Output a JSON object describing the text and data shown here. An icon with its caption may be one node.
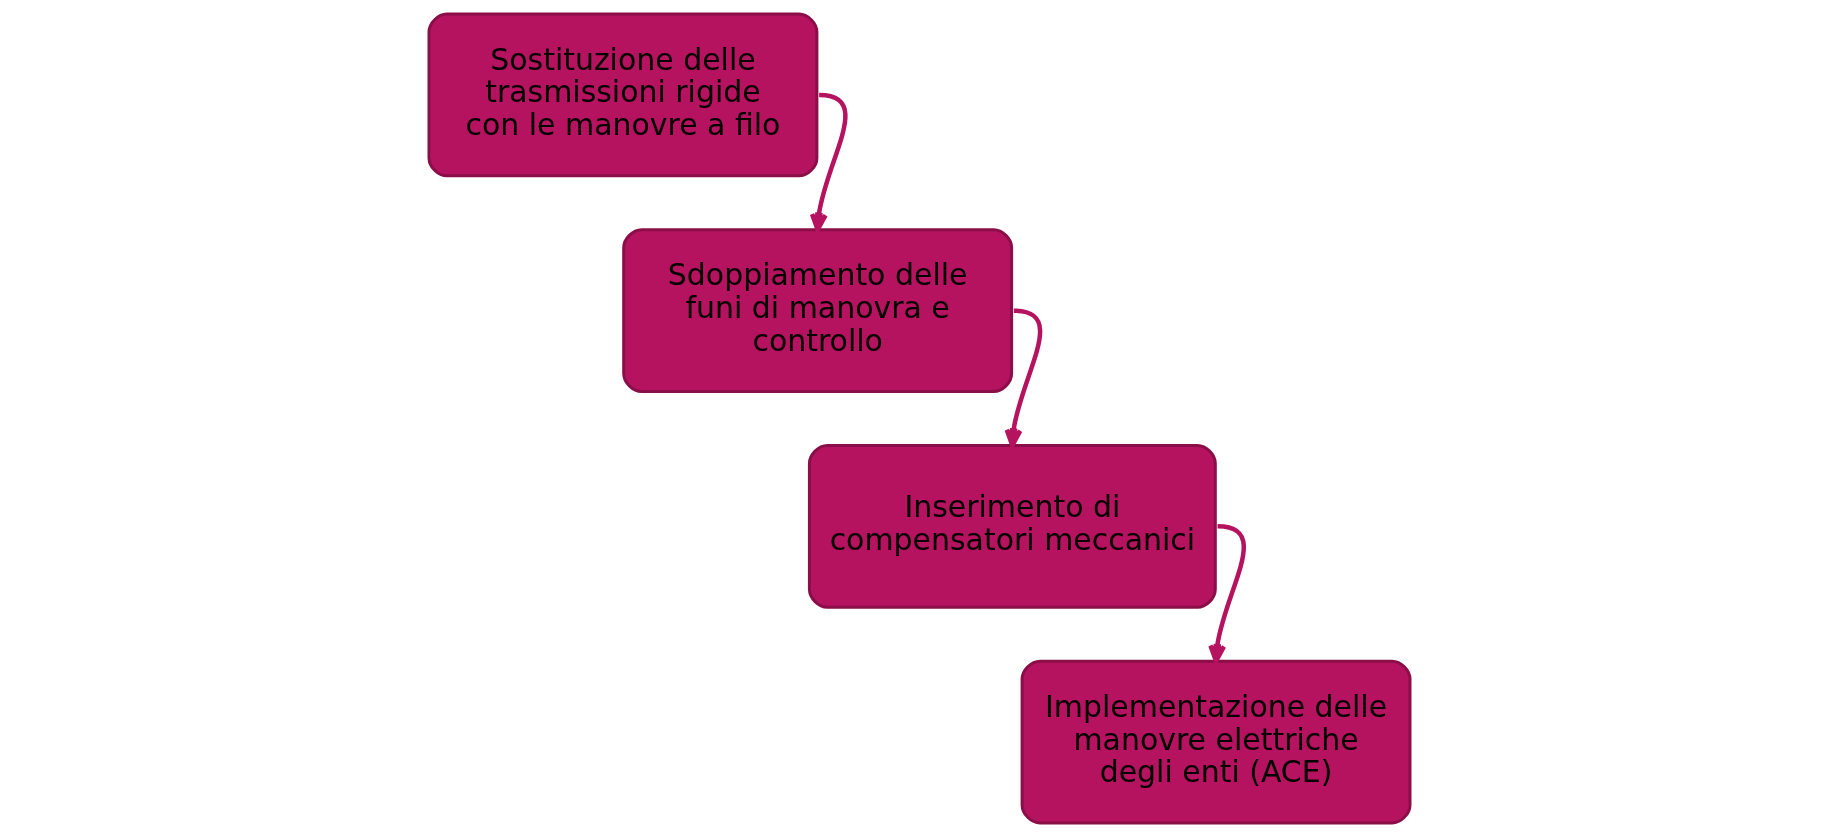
{
  "diagram": {
    "nodes": [
      {
        "text": [
          "Sostituzione delle trasmissioni rigide con le manovre a filo"
        ]
      },
      {
        "text": [
          "Sdoppiamento delle funi di manovra e controllo"
        ]
      },
      {
        "text": [
          "Inserimento di compensatori meccanici"
        ]
      },
      {
        "text": [
          "Implementazione delle manovre elettriche degli enti (ACE)"
        ]
      }
    ],
    "edges": [
      {
        "from": 0,
        "to": 1,
        "arrow": "to"
      },
      {
        "from": 1,
        "to": 2,
        "arrow": "to"
      },
      {
        "from": 2,
        "to": 3,
        "arrow": "to"
      }
    ]
  }
}
